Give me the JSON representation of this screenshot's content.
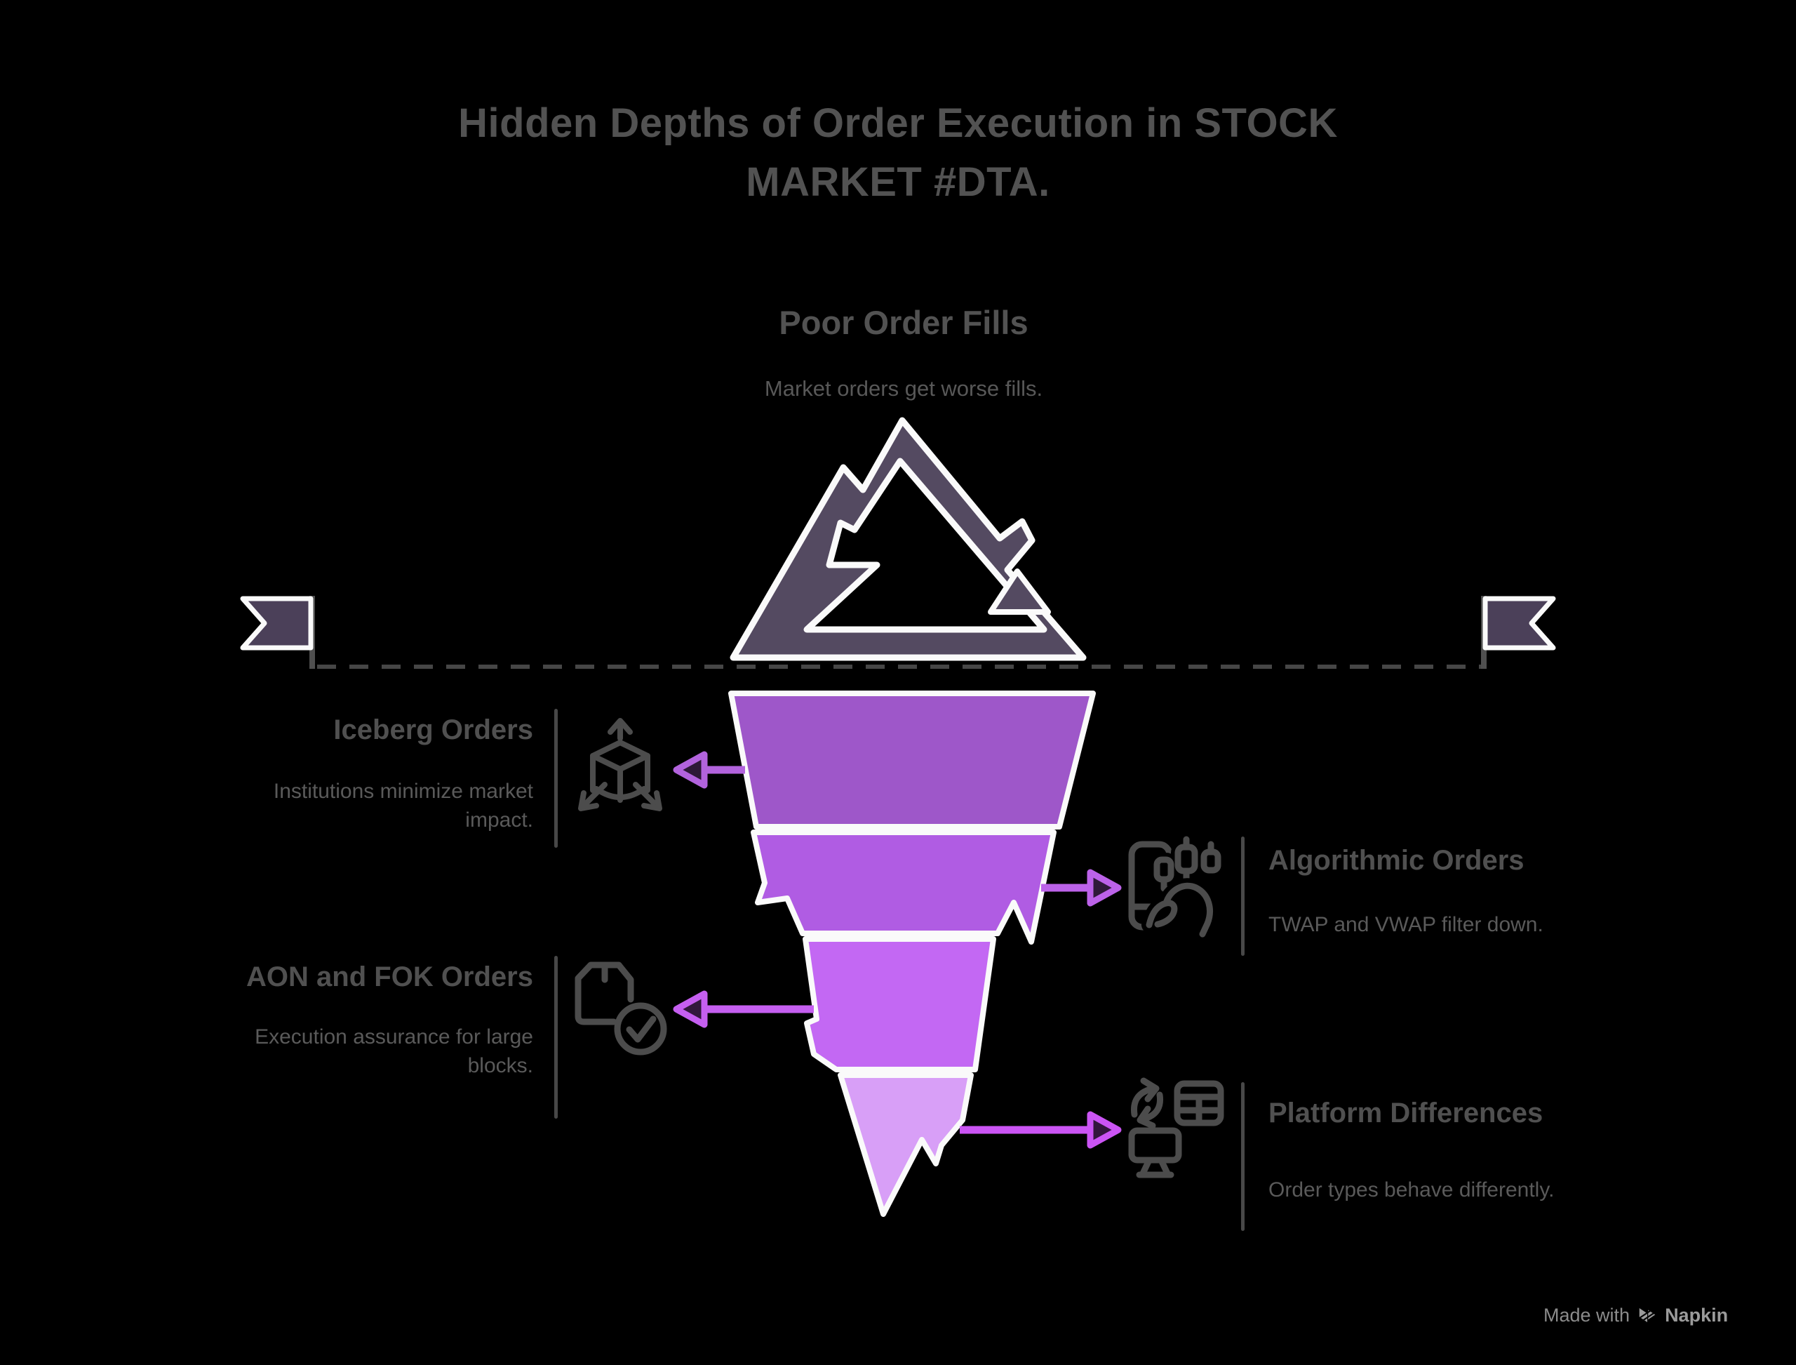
{
  "page": {
    "background": "#000000"
  },
  "title": {
    "text": "Hidden Depths of Order Execution in STOCK MARKET #DTA."
  },
  "surface": {
    "heading": "Poor Order Fills",
    "subheading": "Market orders get worse fills."
  },
  "iceberg": {
    "above_water_shape": "mountain-peak",
    "waterline_style": "dashed-with-flags",
    "segments": [
      {
        "level": 1,
        "color": "#9e57c9"
      },
      {
        "level": 2,
        "color": "#b05ce3"
      },
      {
        "level": 3,
        "color": "#c368f3"
      },
      {
        "level": 4,
        "color": "#d89ff7"
      }
    ],
    "outline_color": "#fafafa",
    "mountain_color": "#544a61",
    "flag_color": "#4b4059"
  },
  "callouts": [
    {
      "title": "Iceberg Orders",
      "description": "Institutions minimize market impact.",
      "side": "left",
      "icon": "cube-expand-icon",
      "arrow_color": "#b263dd"
    },
    {
      "title": "Algorithmic Orders",
      "description": "TWAP and VWAP filter down.",
      "side": "right",
      "icon": "phone-candlestick-icon",
      "arrow_color": "#bc62e9"
    },
    {
      "title": "AON and FOK Orders",
      "description": "Execution assurance for large blocks.",
      "side": "left",
      "icon": "package-check-icon",
      "arrow_color": "#c55ff0"
    },
    {
      "title": "Platform Differences",
      "description": "Order types behave differently.",
      "side": "right",
      "icon": "sync-table-monitor-icon",
      "arrow_color": "#cb54f4"
    }
  ],
  "footer": {
    "made_with": "Made with",
    "brand": "Napkin"
  },
  "colors": {
    "text_heading": "#525252",
    "text_body": "#5a5a5a",
    "icon_stroke": "#4c4c4c",
    "divider": "#484848",
    "dashed_waterline": "#464646",
    "footer_text": "#8b8b8b"
  }
}
